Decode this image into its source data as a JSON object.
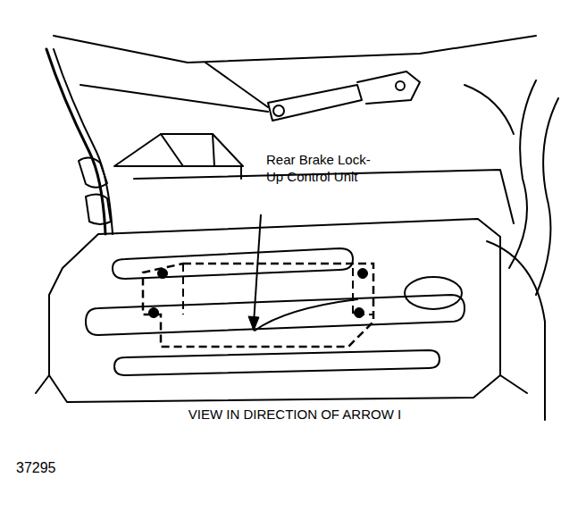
{
  "diagram": {
    "caption": "VIEW IN DIRECTION OF ARROW I",
    "labels": [
      "Rear Brake Lock-Up Control Unit",
      "37295"
    ]
  }
}
